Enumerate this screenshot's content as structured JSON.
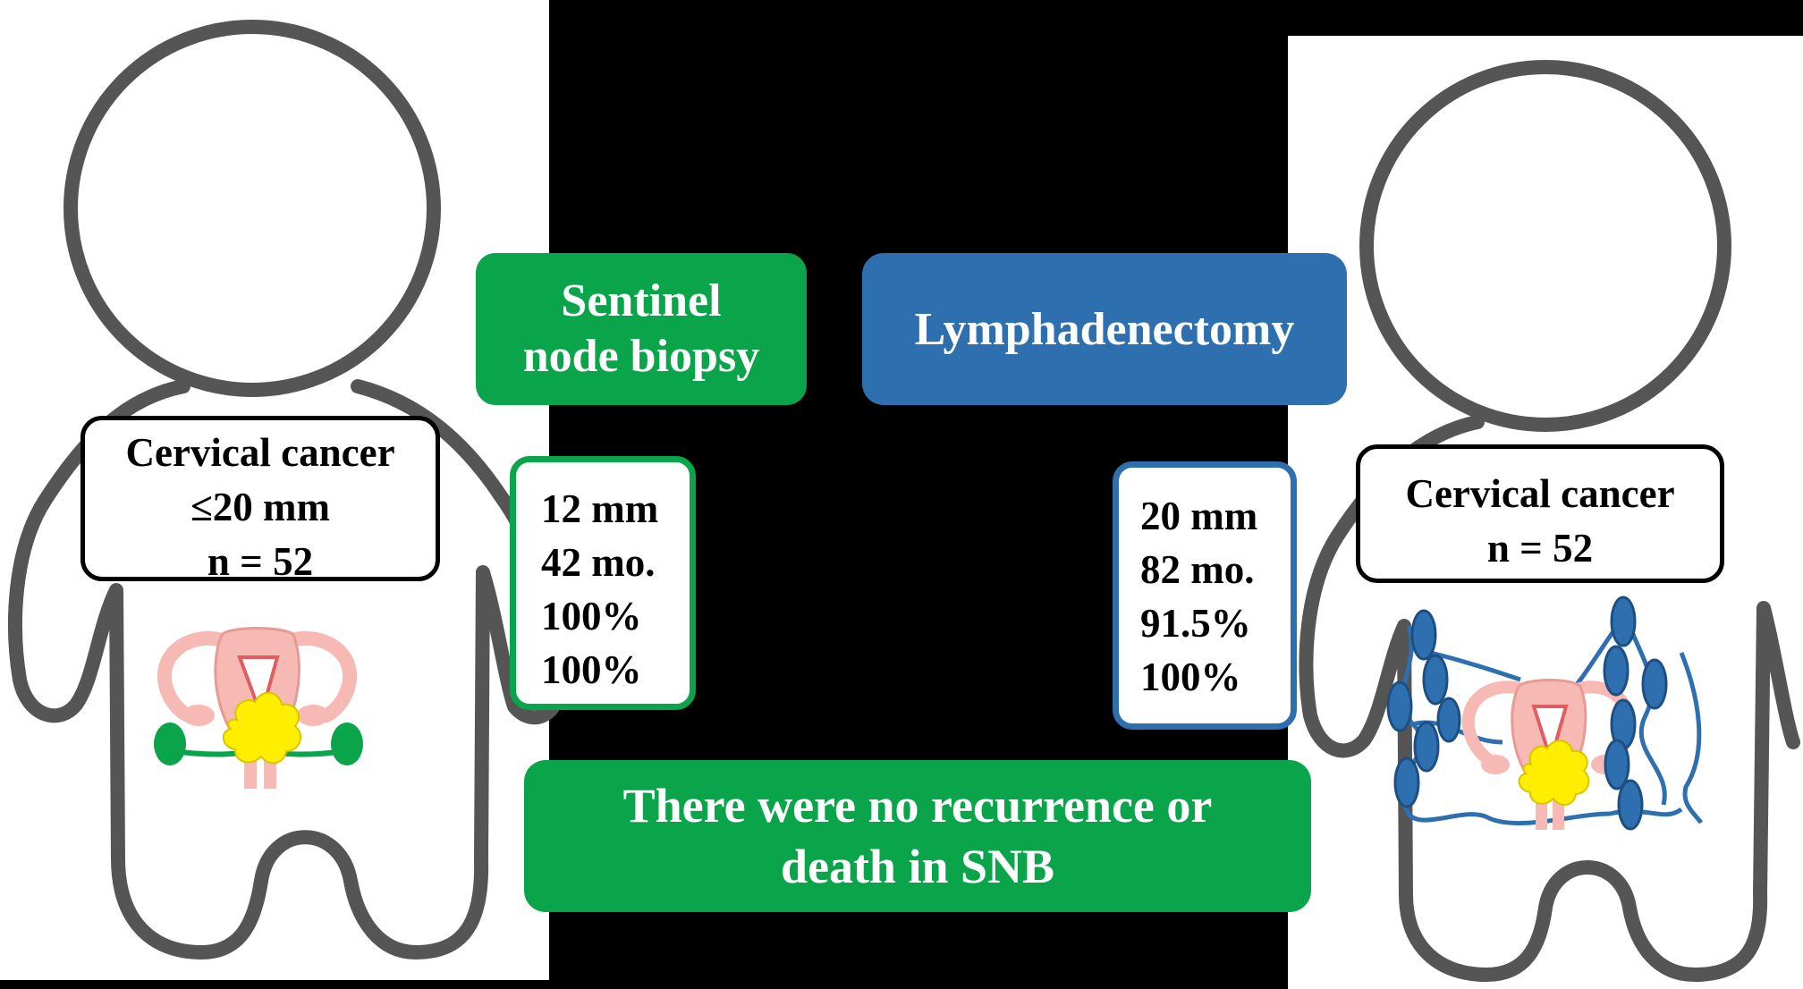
{
  "left": {
    "label": [
      "Cervical cancer",
      "≤20 mm",
      "n = 52"
    ],
    "method": [
      "Sentinel",
      "node biopsy"
    ],
    "stats": [
      "12 mm",
      "42 mo.",
      "100%",
      "100%"
    ],
    "color": "#0aa54a"
  },
  "right": {
    "label": [
      "Cervical cancer",
      "n = 52"
    ],
    "method": "Lymphadenectomy",
    "stats": [
      "20 mm",
      "82 mo.",
      "91.5%",
      "100%"
    ],
    "color": "#2e6fb0"
  },
  "footer": [
    "There were no recurrence or",
    "death in SNB"
  ],
  "colors": {
    "outline": "#555555",
    "node_yellow": "#ffee00",
    "uterus_pink": "#f6b9b4",
    "snb_green": "#0aa54a",
    "lymph_blue": "#2e6fb0"
  },
  "icons": [
    "person-outline-icon",
    "uterus-icon",
    "tumor-icon",
    "sentinel-node-icon",
    "lymph-node-icon"
  ]
}
